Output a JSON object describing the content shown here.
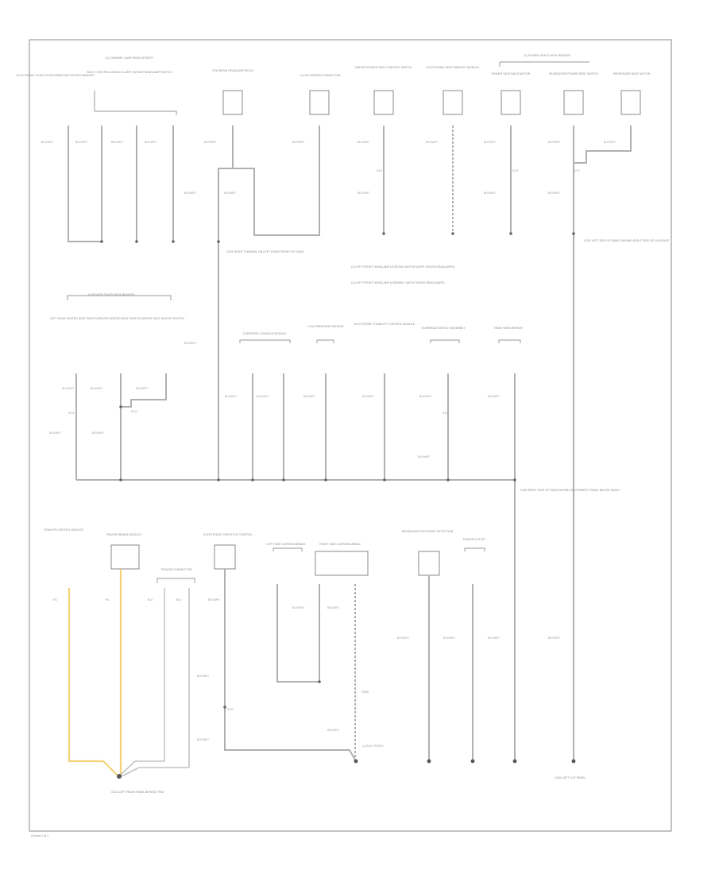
{
  "diagram": {
    "page_footer": "Ground 1 of 1",
    "notes": [
      "(1) LEFT FRONT HEADLAMP LEVELING MOTOR (WITH XENON HEADLAMPS)",
      "(2) LEFT FRONT HEADLAMP ASSEMBLY (WITH XENON HEADLAMPS)"
    ],
    "section_labels": {
      "top_left": "(1) CHANNEL LAMP MODULE BODY",
      "top_right": "(1) POWER SEATS WITH MEMORY",
      "mid_left": "(1) POWER SEATS WITH MEMORY"
    },
    "components": {
      "c1": "ELECTRONIC VEHICLE INFORMATION CENTER MEMORY",
      "c2": "BODY CONTROL MODULE LAMP OUTAGE HEADLAMP SWITCH",
      "c3": "LOW BEAM HEADLAMP RELAY",
      "c4": "CLOCK SPRING CONNECTOR",
      "c5": "DRIVER POWER SEAT CONTROL SWITCH",
      "c6": "ELECTRONIC SEAT MEMORY MODULE",
      "c7": "DRIVER SEAT BACK MOTOR",
      "c8": "PASSENGER POWER SEAT SWITCH",
      "c9": "PASSENGER SEAT MOTOR",
      "c10": "LEFT REAR HEATED SEAT SWITCH",
      "c11": "DRIVER HEATED SEAT SWITCH",
      "c12": "DRIVER SEAT HEATED SWITCH",
      "c13": "OVERHEAD CONSOLE MODULE",
      "c14": "LOW PRESSURE SENSOR",
      "c15": "ELECTRONIC STABILITY CONTROL MODULE",
      "c16": "OVERHEAD SWITCH ASSEMBLY",
      "c17": "REAR VIEW MIRROR",
      "c18": "TRAILER CONTROL MODULE",
      "c19": "TRAILER BRAKE MODULE",
      "c20": "TRAILER CONNECTOR",
      "c21": "ELECTRONIC THROTTLE CONTROL",
      "c22": "LEFT SIDE CURTAIN AIRBAG",
      "c23": "RIGHT SIDE CURTAIN AIRBAG",
      "c24": "PASSENGER OCCUPANT DETECTION",
      "c25": "POWER OUTLET"
    },
    "splices": {
      "s1": "S111",
      "s2": "S211",
      "s3": "S212",
      "s4": "S213",
      "s5": "S214",
      "s6": "S311",
      "s7": "S312"
    },
    "ground_labels": {
      "g1": "G201 RIGHT CHANNEL ON LEFT RISER FRONT OF DASH",
      "g2": "G202 LEFT SIDE OF PANEL BEHIND RIGHT SIDE OF LUGGAGE",
      "g3": "G301 RIGHT SIDE OF DASH BEHIND INSTRUMENT PANEL BELOW RADIO",
      "g4": "G401 LEFT REAR PANEL BEHIND TRIM",
      "g5": "G403",
      "g6": "G404 LEFT CUT PANEL"
    },
    "wire_color": "BLK/WHT",
    "wire_color_alt": "BLK",
    "trailer_wire": "YEL",
    "dashed_note": "(1) ELECTRONIC"
  }
}
